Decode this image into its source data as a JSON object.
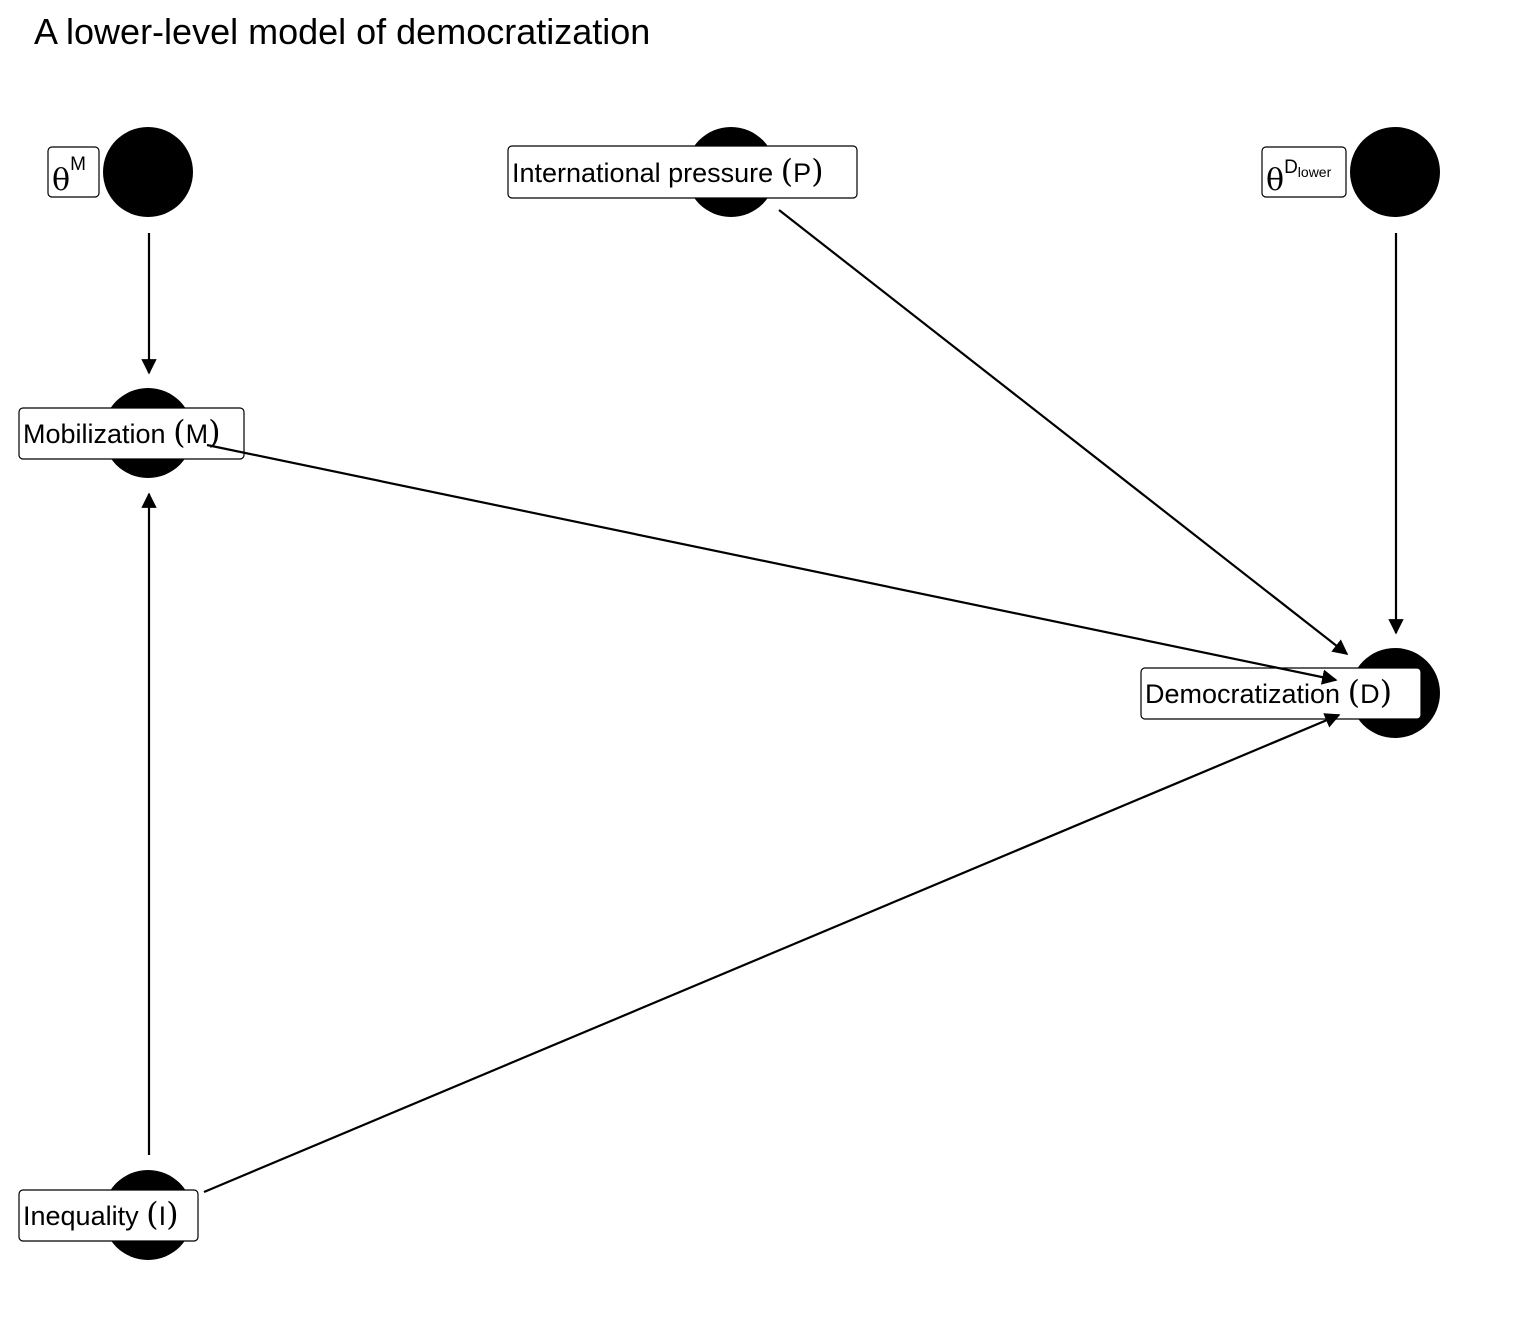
{
  "title": "A lower-level model of democratization",
  "nodes": {
    "theta_m": {
      "symbol": "θ",
      "superscript": "M"
    },
    "pressure": {
      "name": "International pressure",
      "letter": "P"
    },
    "theta_d": {
      "symbol": "θ",
      "superscript": "D",
      "subscript": "lower"
    },
    "mobilization": {
      "name": "Mobilization",
      "letter": "M"
    },
    "democratization": {
      "name": "Democratization",
      "letter": "D"
    },
    "inequality": {
      "name": "Inequality",
      "letter": "I"
    }
  },
  "edges": [
    {
      "from": "θ^M",
      "to": "Mobilization (M)"
    },
    {
      "from": "θ^D_lower",
      "to": "Democratization (D)"
    },
    {
      "from": "International pressure (P)",
      "to": "Democratization (D)"
    },
    {
      "from": "Mobilization (M)",
      "to": "Democratization (D)"
    },
    {
      "from": "Inequality (I)",
      "to": "Mobilization (M)"
    },
    {
      "from": "Inequality (I)",
      "to": "Democratization (D)"
    }
  ],
  "colors": {
    "node_fill": "#000000",
    "edge": "#000000",
    "label_background": "#ffffff"
  }
}
